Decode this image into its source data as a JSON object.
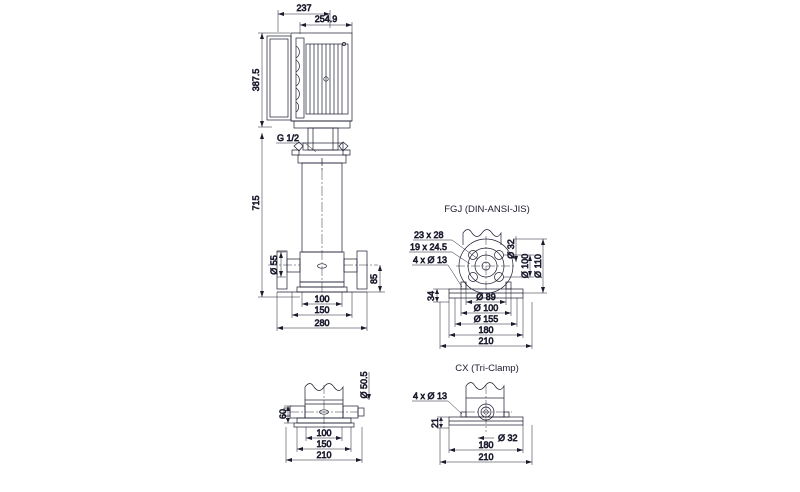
{
  "drawing": {
    "type": "technical-dimension-drawing",
    "subject": "Vertical multistage centrifugal pump",
    "background_color": "#ffffff",
    "line_color": "#1b1b2e",
    "dimension_color": "#1b1b2e"
  },
  "views": {
    "main": {
      "name": "main-elevation-view",
      "dimensions": {
        "top_width_outer": "237",
        "top_width_inner": "254.9",
        "motor_height": "387.5",
        "pump_height": "715",
        "port_diameter": "Ø 55",
        "flange_height": "85",
        "base_width_inner": "100",
        "base_width_mid": "150",
        "base_width_outer": "280"
      },
      "callouts": {
        "vent_thread": "G 1/2"
      }
    },
    "fgj": {
      "name": "fgj-base-view",
      "title": "FGJ (DIN-ANSI-JIS)",
      "callouts": {
        "slot_a": "23 x 28",
        "slot_b": "19 x 24.5",
        "holes": "4 x Ø 13"
      },
      "dimensions": {
        "pilot": "Ø 32",
        "bolt_circle_100": "Ø 100",
        "outer_110": "Ø 110",
        "base_thickness": "34",
        "bore_89": "Ø 89",
        "bore_100": "Ø 100",
        "bolt_circle_155": "Ø 155",
        "base_width_180": "180",
        "base_width_210": "210"
      }
    },
    "bottom_left": {
      "name": "base-plan-view",
      "dimensions": {
        "port_diameter": "Ø 50.5",
        "foot_height": "60",
        "width_inner": "100",
        "width_mid": "150",
        "width_outer": "210"
      }
    },
    "cx": {
      "name": "cx-tri-clamp-view",
      "title": "CX (Tri-Clamp)",
      "callouts": {
        "holes": "4 x   Ø 13"
      },
      "dimensions": {
        "base_thickness": "21",
        "pilot": "Ø 32",
        "base_width_180": "180",
        "base_width_210": "210"
      }
    }
  }
}
